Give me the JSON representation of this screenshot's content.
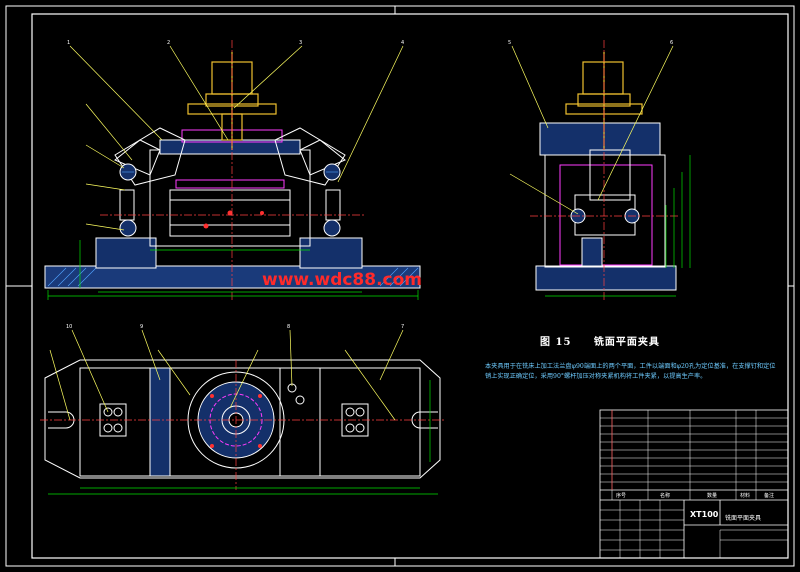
{
  "drawing": {
    "watermark": "www.wdc88.com",
    "figure_caption": {
      "number": "图 15",
      "title": "铣面平面夹具",
      "body": "本夹具用于在铣床上加工法兰盘φ90端面上的两个平面，工件以端面和φ20孔为定位基准，在支撑钉和定位销上实现正确定位，采用90°螺杆加压对称夹紧机构将工件夹紧，以提高生产率。"
    },
    "balloons_front": [
      "1",
      "2",
      "3",
      "4"
    ],
    "balloons_side": [
      "5",
      "6"
    ],
    "balloons_top": [
      "10",
      "9",
      "8",
      "7"
    ],
    "title_block": {
      "name": "铣面平面夹具",
      "code": "XT100",
      "columns": [
        "序号",
        "名称",
        "数量",
        "材料",
        "备注"
      ]
    },
    "colors": {
      "outline": "#ffffff",
      "hatch": "#4fa3ff",
      "dimension": "#00e000",
      "workpiece": "#ff3cff",
      "leader": "#ffff60",
      "center": "#ff4040",
      "yellow_part": "#f0c030"
    }
  }
}
